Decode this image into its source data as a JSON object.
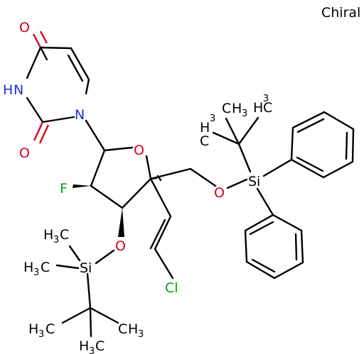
{
  "annotation": "Chiral",
  "atoms": {
    "o_carbonyl_top": "O",
    "nh": "N",
    "nh_h": "H",
    "o_carbonyl_bottom": "O",
    "n_ring": "N",
    "o_furanose": "O",
    "f": "F",
    "o_silyl_ether": "O",
    "o_tbdps": "O",
    "si_tbdps": "Si",
    "si_tbdms": "Si",
    "cl": "Cl",
    "h": "H",
    "sub3": "3",
    "c": "C"
  },
  "colors": {
    "oxygen": "#d6001c",
    "nitrogen": "#1f2dd6",
    "chlorine": "#0a9b0a",
    "fluorine": "#0a9b0a",
    "bond": "#000000"
  }
}
